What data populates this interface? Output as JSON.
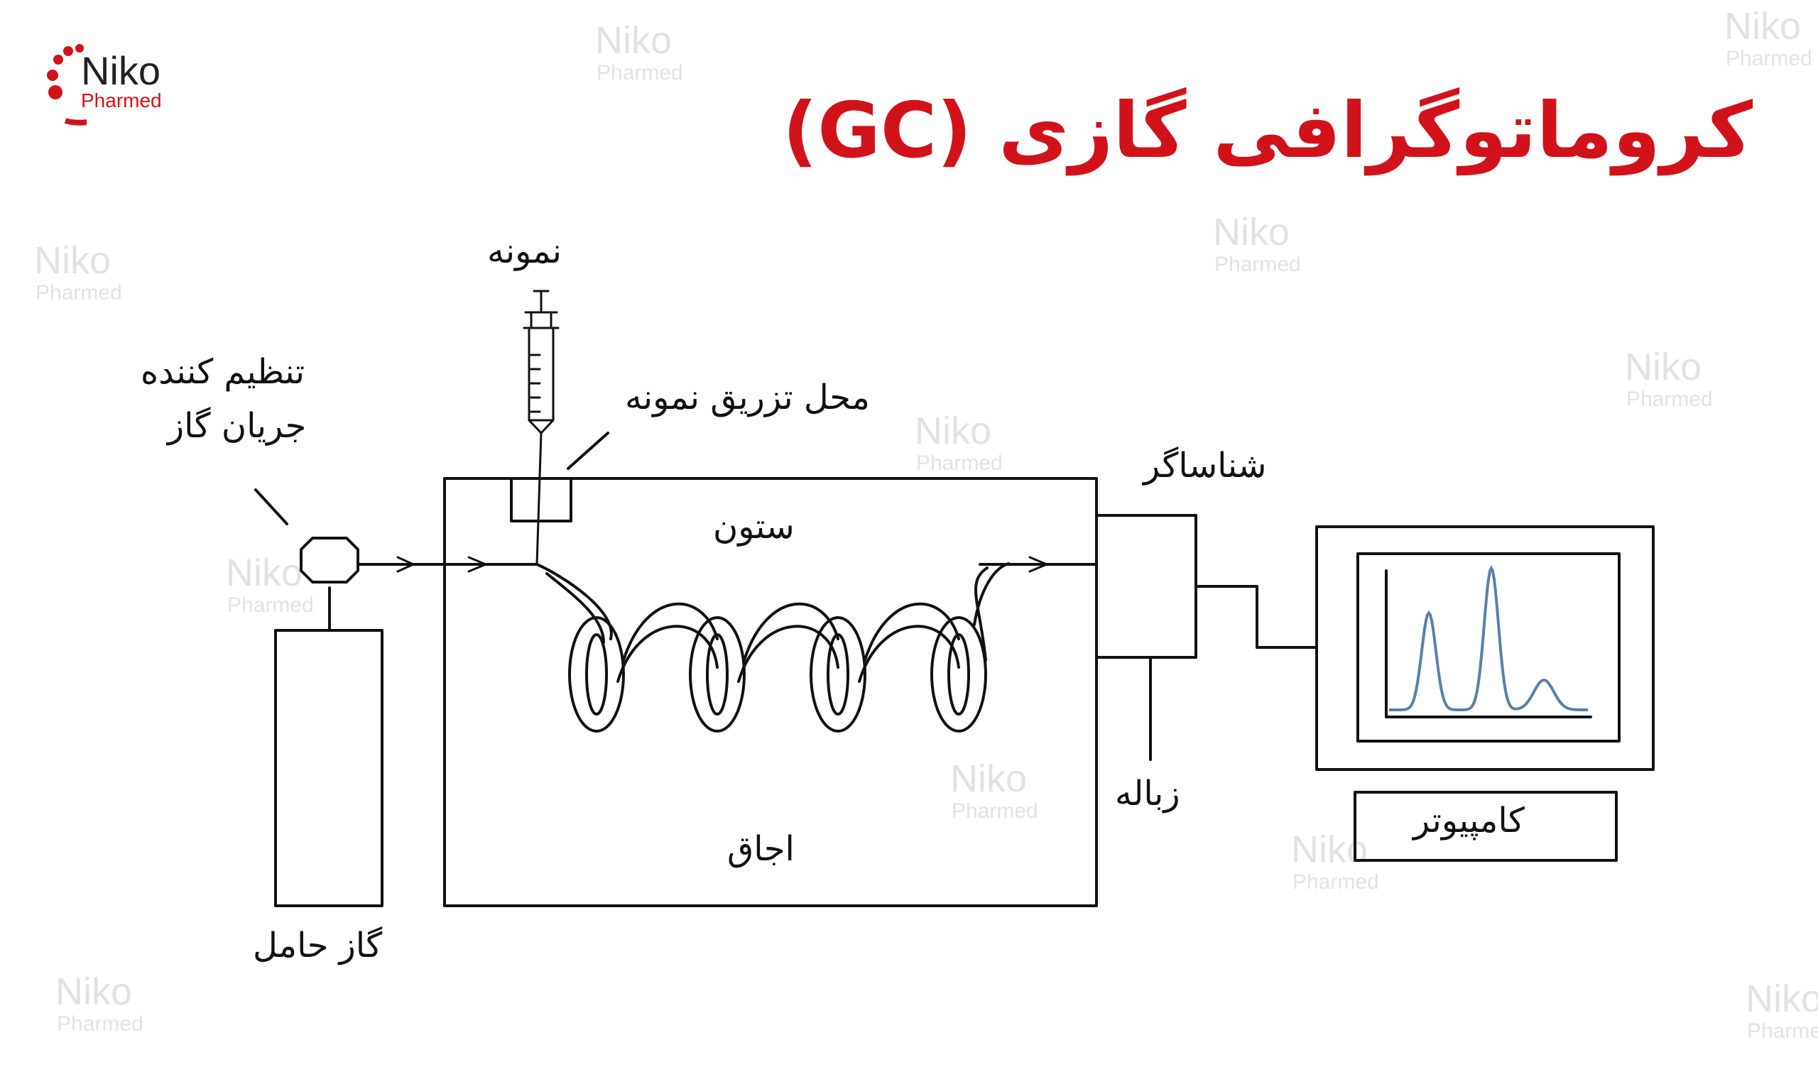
{
  "logo": {
    "name": "Niko",
    "sub": "Pharmed",
    "brand_color": "#d2121b"
  },
  "title": "کروماتوگرافی گازی (GC)",
  "labels": {
    "sample": "نمونه",
    "flow_regulator": [
      "تنظیم کننده",
      "جریان گاز"
    ],
    "injection_port": "محل تزریق نمونه",
    "column": "ستون",
    "oven": "اجاق",
    "detector": "شناساگر",
    "waste": "زباله",
    "computer": "کامپیوتر",
    "carrier_gas": "گاز حامل"
  },
  "chromatogram_peaks": [
    0.65,
    0.95,
    0.2
  ],
  "colors": {
    "title": "#d2121b",
    "lines": "#111111",
    "signal": "#5b7fa8",
    "watermark": "#9a9a9a"
  }
}
